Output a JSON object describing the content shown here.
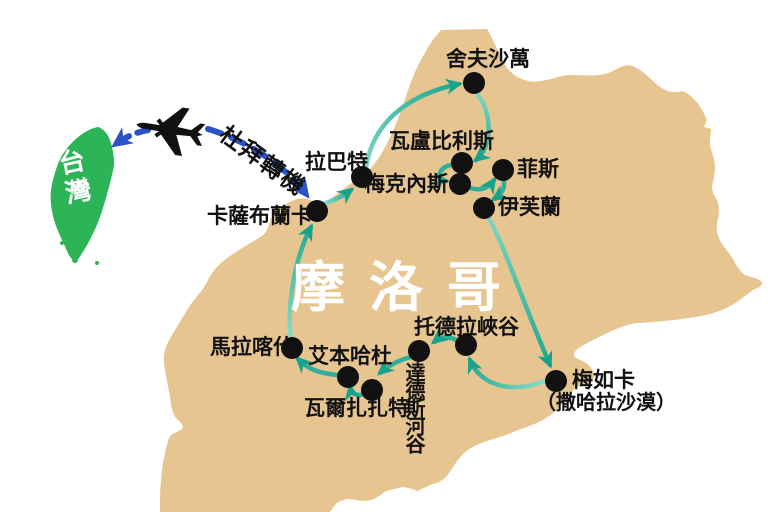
{
  "title": "摩洛哥",
  "taiwan": {
    "label": "台灣"
  },
  "flight": {
    "transfer_label": "杜拜轉機"
  },
  "cities": {
    "casablanca": "卡薩布蘭卡",
    "rabat": "拉巴特",
    "chefchaouen": "舍夫沙萬",
    "volubilis": "瓦盧比利斯",
    "meknes": "梅克內斯",
    "fes": "菲斯",
    "ifrane": "伊芙蘭",
    "merzouga": "梅如卡",
    "merzouga_note": "（撒哈拉沙漠）",
    "todra": "托德拉峽谷",
    "dades": "達德斯河谷",
    "ouarzazate": "瓦爾扎扎特",
    "ait_ben_haddou": "艾本哈杜",
    "marrakech": "馬拉喀什"
  },
  "route": [
    "卡薩布蘭卡",
    "拉巴特",
    "舍夫沙萬",
    "瓦盧比利斯",
    "梅克內斯",
    "菲斯",
    "伊芙蘭",
    "梅如卡（撒哈拉沙漠）",
    "托德拉峽谷",
    "達德斯河谷",
    "瓦爾扎扎特",
    "艾本哈杜",
    "馬拉喀什",
    "卡薩布蘭卡"
  ],
  "colors": {
    "land_tan": "#e7c591",
    "taiwan_green": "#2db456",
    "route_teal_dark": "#18a28c",
    "route_teal_light": "#8adcc8",
    "flight_blue": "#2b52c9",
    "dot_black": "#111111",
    "title_white": "#ffffff"
  }
}
